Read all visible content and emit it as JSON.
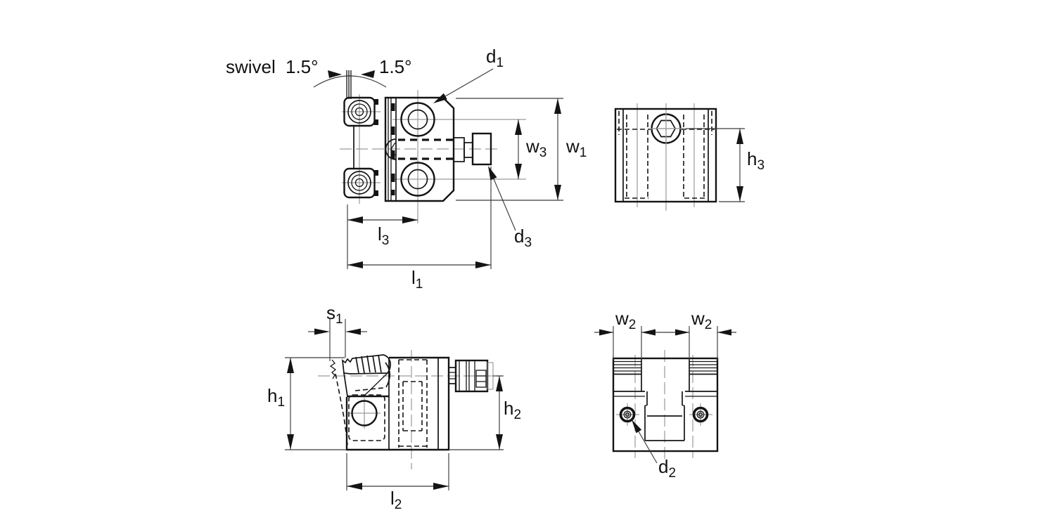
{
  "drawing": {
    "kind": "engineering-dimension-drawing",
    "colors": {
      "line": "#141414",
      "centerline": "#9a9a9a",
      "dimension": "#3a3a3a",
      "background": "#ffffff"
    }
  },
  "labels": {
    "swivel": "swivel",
    "angle_left": "1.5°",
    "angle_right": "1.5°",
    "d1": {
      "base": "d",
      "sub": "1"
    },
    "d2": {
      "base": "d",
      "sub": "2"
    },
    "d3": {
      "base": "d",
      "sub": "3"
    },
    "w1": {
      "base": "w",
      "sub": "1"
    },
    "w2_left": {
      "base": "w",
      "sub": "2"
    },
    "w2_right": {
      "base": "w",
      "sub": "2"
    },
    "w3": {
      "base": "w",
      "sub": "3"
    },
    "h1": {
      "base": "h",
      "sub": "1"
    },
    "h2": {
      "base": "h",
      "sub": "2"
    },
    "h3": {
      "base": "h",
      "sub": "3"
    },
    "l1": {
      "base": "l",
      "sub": "1"
    },
    "l2": {
      "base": "l",
      "sub": "2"
    },
    "l3": {
      "base": "l",
      "sub": "3"
    },
    "s1": {
      "base": "s",
      "sub": "1"
    }
  }
}
